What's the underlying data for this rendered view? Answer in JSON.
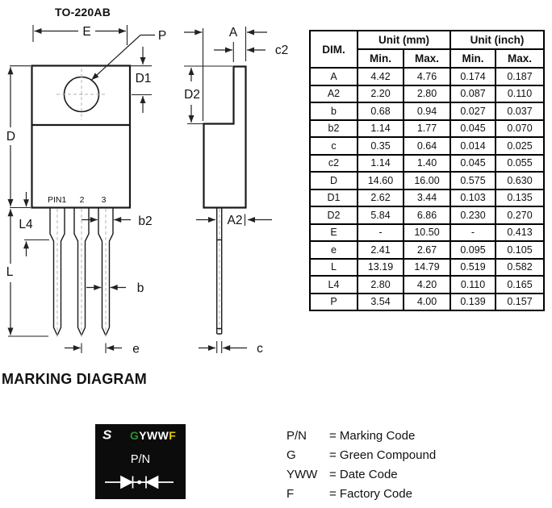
{
  "package": {
    "title": "TO-220AB"
  },
  "drawing_labels": {
    "front": {
      "E": "E",
      "P": "P",
      "D1": "D1",
      "D": "D",
      "L4": "L4",
      "L": "L",
      "b2": "b2",
      "b": "b",
      "e": "e",
      "pins": [
        "PIN1",
        "2",
        "3"
      ]
    },
    "side": {
      "A": "A",
      "c2": "c2",
      "D2": "D2",
      "A2": "A2",
      "c": "c"
    }
  },
  "dim_table": {
    "col1_header": "DIM.",
    "group_headers": [
      "Unit (mm)",
      "Unit (inch)"
    ],
    "sub_headers": [
      "Min.",
      "Max.",
      "Min.",
      "Max."
    ],
    "rows": [
      [
        "A",
        "4.42",
        "4.76",
        "0.174",
        "0.187"
      ],
      [
        "A2",
        "2.20",
        "2.80",
        "0.087",
        "0.110"
      ],
      [
        "b",
        "0.68",
        "0.94",
        "0.027",
        "0.037"
      ],
      [
        "b2",
        "1.14",
        "1.77",
        "0.045",
        "0.070"
      ],
      [
        "c",
        "0.35",
        "0.64",
        "0.014",
        "0.025"
      ],
      [
        "c2",
        "1.14",
        "1.40",
        "0.045",
        "0.055"
      ],
      [
        "D",
        "14.60",
        "16.00",
        "0.575",
        "0.630"
      ],
      [
        "D1",
        "2.62",
        "3.44",
        "0.103",
        "0.135"
      ],
      [
        "D2",
        "5.84",
        "6.86",
        "0.230",
        "0.270"
      ],
      [
        "E",
        "-",
        "10.50",
        "-",
        "0.413"
      ],
      [
        "e",
        "2.41",
        "2.67",
        "0.095",
        "0.105"
      ],
      [
        "L",
        "13.19",
        "14.79",
        "0.519",
        "0.582"
      ],
      [
        "L4",
        "2.80",
        "4.20",
        "0.110",
        "0.165"
      ],
      [
        "P",
        "3.54",
        "4.00",
        "0.139",
        "0.157"
      ]
    ]
  },
  "marking": {
    "heading": "MARKING DIAGRAM",
    "logo": "S",
    "code_green": "G",
    "code_white": "YWW",
    "code_yellow": "F",
    "part_number": "P/N",
    "colors": {
      "green": "#2f8f2f",
      "yellow": "#e3cc00",
      "white": "#ffffff"
    }
  },
  "legend": {
    "items": [
      {
        "term": "P/N",
        "definition": "= Marking Code"
      },
      {
        "term": "G",
        "definition": "= Green Compound"
      },
      {
        "term": "YWW",
        "definition": "= Date Code"
      },
      {
        "term": "F",
        "definition": "= Factory Code"
      }
    ]
  }
}
